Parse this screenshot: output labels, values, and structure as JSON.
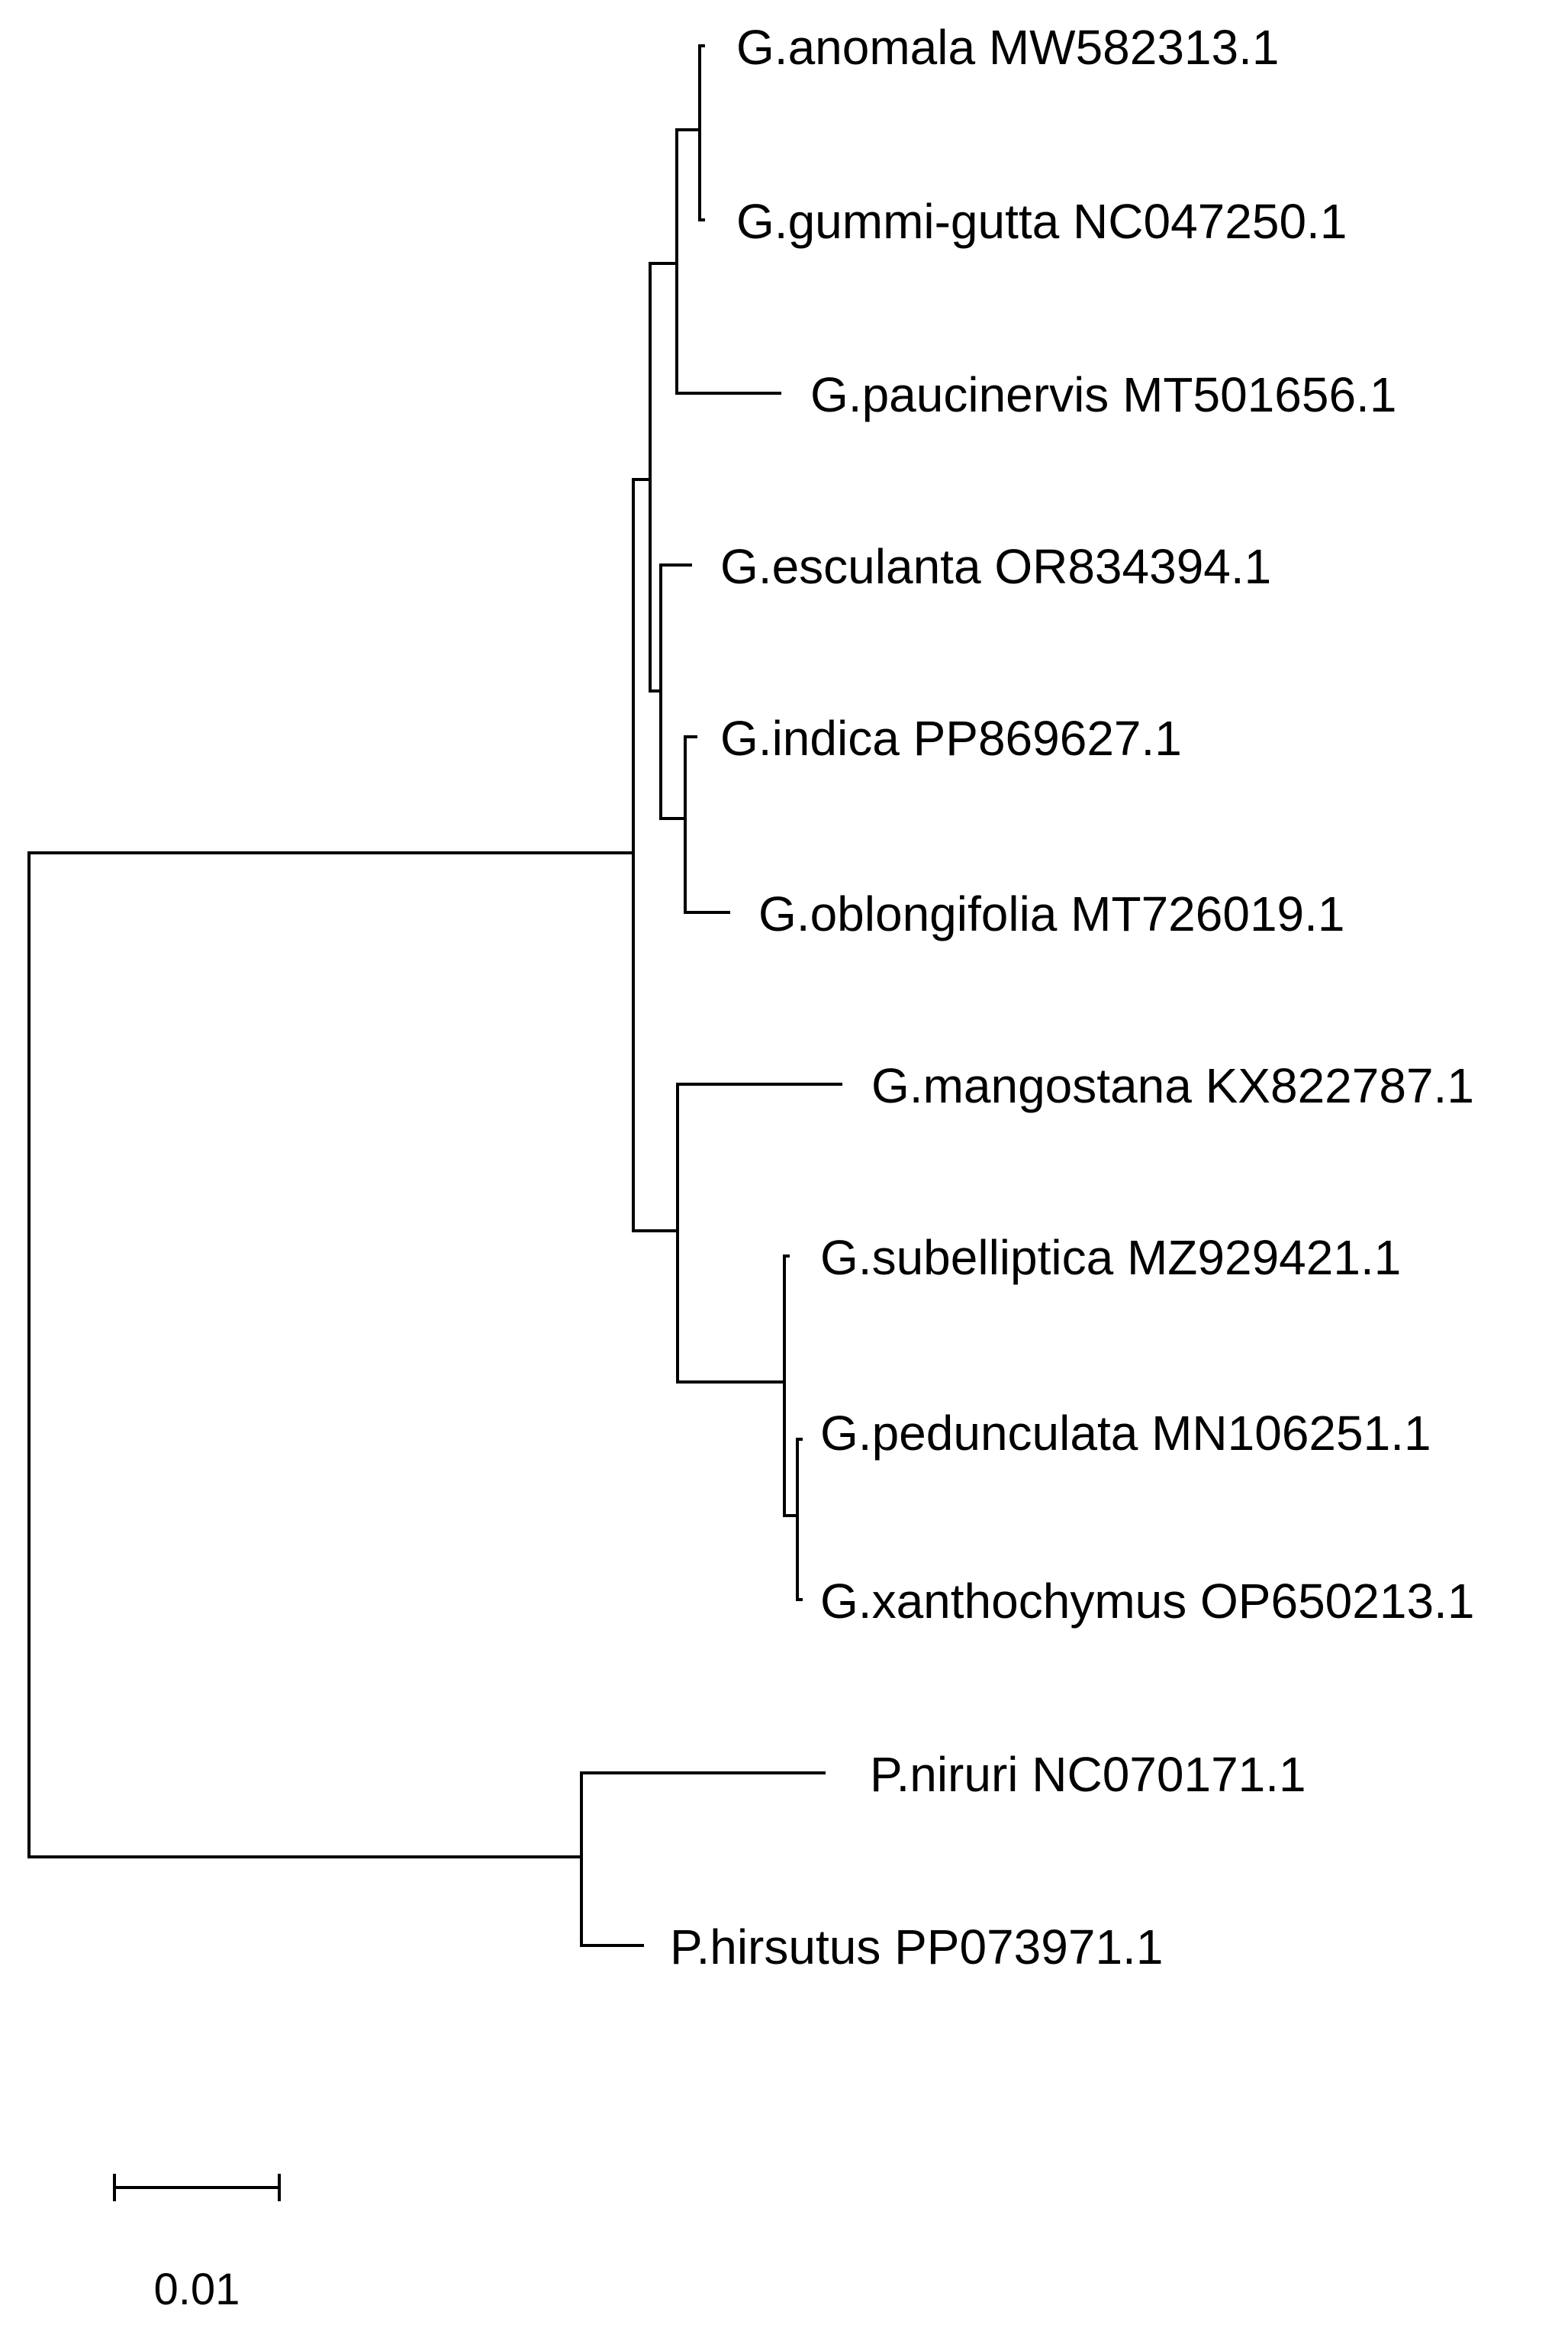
{
  "tree": {
    "taxa": [
      "G.anomala MW582313.1",
      "G.gummi-gutta NC047250.1",
      "G.paucinervis MT501656.1",
      "G.esculanta OR834394.1",
      "G.indica PP869627.1",
      "G.oblongifolia MT726019.1",
      "G.mangostana KX822787.1",
      "G.subelliptica MZ929421.1",
      "G.pedunculata MN106251.1",
      "G.xanthochymus OP650213.1",
      "P.niruri NC070171.1",
      "P.hirsutus PP073971.1"
    ],
    "scale_bar_label": "0.01"
  }
}
